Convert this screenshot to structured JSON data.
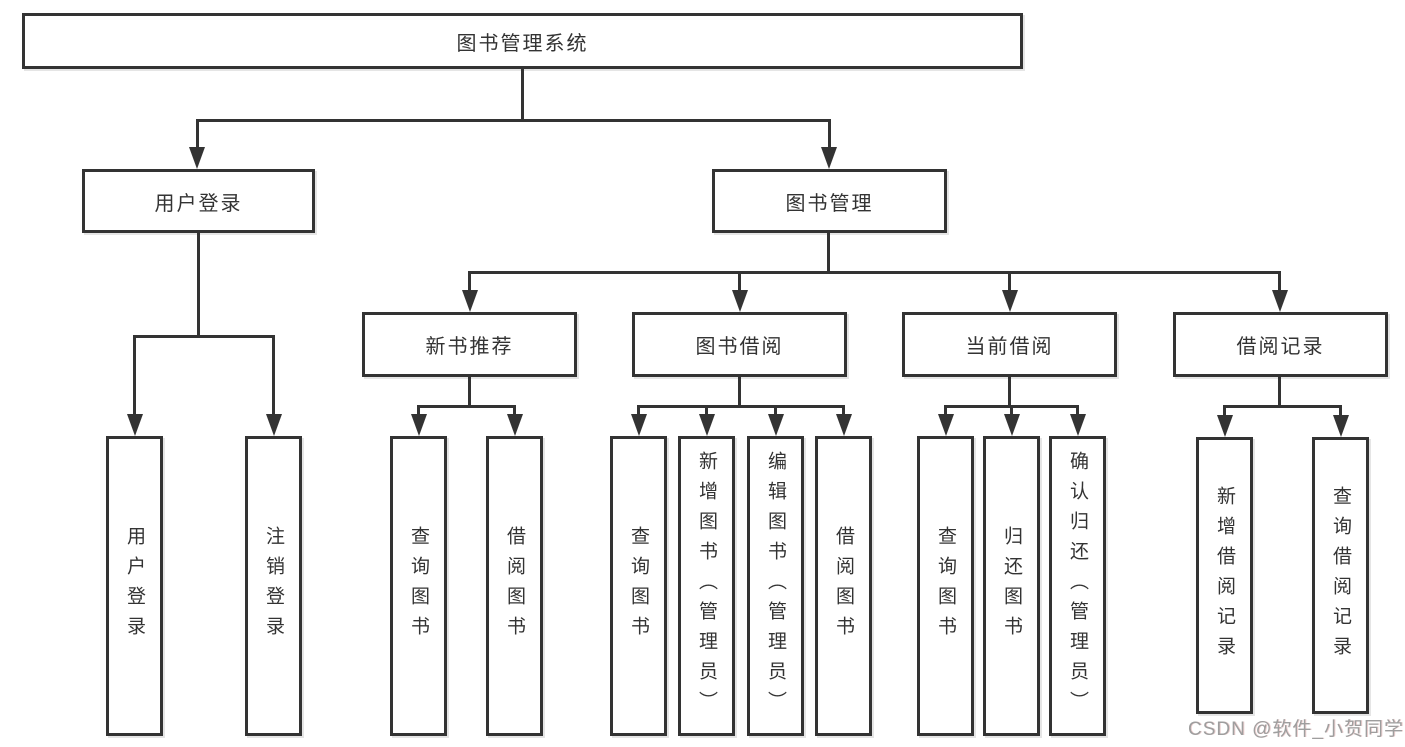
{
  "tree": {
    "root": {
      "label": "图书管理系统"
    },
    "level2": [
      {
        "label": "用户登录"
      },
      {
        "label": "图书管理"
      }
    ],
    "level3": [
      {
        "label": "新书推荐",
        "parent": "图书管理"
      },
      {
        "label": "图书借阅",
        "parent": "图书管理"
      },
      {
        "label": "当前借阅",
        "parent": "图书管理"
      },
      {
        "label": "借阅记录",
        "parent": "图书管理"
      }
    ],
    "leaves": [
      {
        "label": "用户登录",
        "parent": "用户登录"
      },
      {
        "label": "注销登录",
        "parent": "用户登录"
      },
      {
        "label": "查询图书",
        "parent": "新书推荐"
      },
      {
        "label": "借阅图书",
        "parent": "新书推荐"
      },
      {
        "label": "查询图书",
        "parent": "图书借阅"
      },
      {
        "label": "新增图书（管理员）",
        "parent": "图书借阅"
      },
      {
        "label": "编辑图书（管理员）",
        "parent": "图书借阅"
      },
      {
        "label": "借阅图书",
        "parent": "图书借阅"
      },
      {
        "label": "查询图书",
        "parent": "当前借阅"
      },
      {
        "label": "归还图书",
        "parent": "当前借阅"
      },
      {
        "label": "确认归还（管理员）",
        "parent": "当前借阅"
      },
      {
        "label": "新增借阅记录",
        "parent": "借阅记录"
      },
      {
        "label": "查询借阅记录",
        "parent": "借阅记录"
      }
    ]
  },
  "watermark": {
    "text": "CSDN @软件_小贺同学"
  },
  "colors": {
    "line": "#333333",
    "text": "#333333",
    "background": "#ffffff",
    "watermark": "#9e9e9e"
  }
}
